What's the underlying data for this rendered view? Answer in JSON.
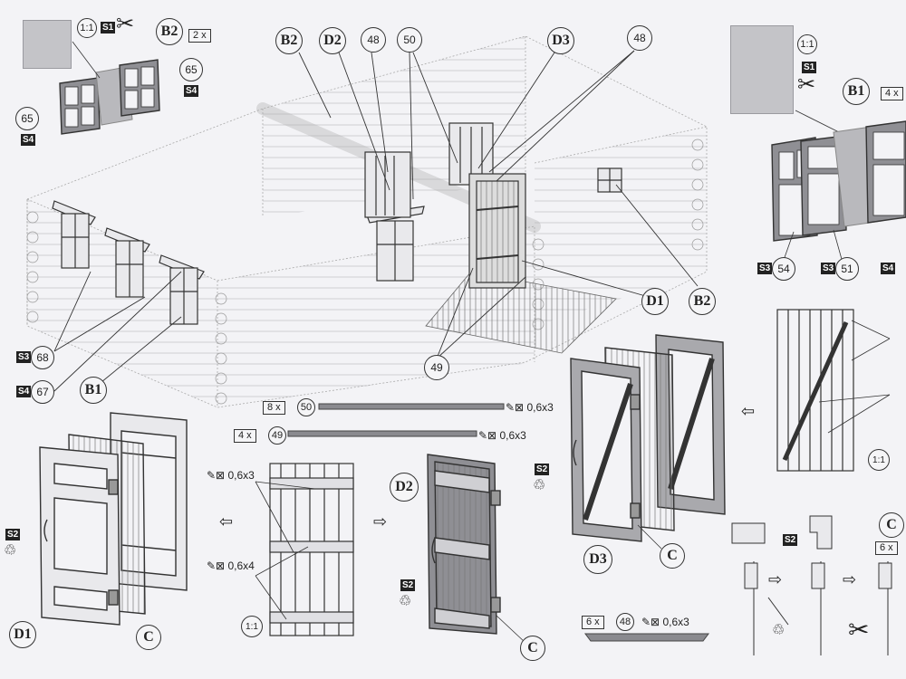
{
  "labels": {
    "scale": "1:1",
    "s1": "S1",
    "s2": "S2",
    "s3": "S3",
    "s4": "S4",
    "b1": "B1",
    "b2": "B2",
    "c": "C",
    "d1": "D1",
    "d2": "D2",
    "d3": "D3",
    "n48": "48",
    "n49": "49",
    "n50": "50",
    "n51": "51",
    "n54": "54",
    "n65": "65",
    "n67": "67",
    "n68": "68",
    "qty2": "2 x",
    "qty4": "4 x",
    "qty6": "6 x",
    "qty8": "8 x",
    "dim06x3": "0,6x3",
    "dim06x4": "0,6x4"
  },
  "colors": {
    "ink": "#333333",
    "paper": "#f3f3f6",
    "part_fill": "#a9a9ad",
    "swatch": "#c4c4c8"
  },
  "icons": [
    "scissors-icon",
    "arrow-left-icon",
    "arrow-right-icon",
    "glue-icon",
    "wood-strip-icon"
  ]
}
